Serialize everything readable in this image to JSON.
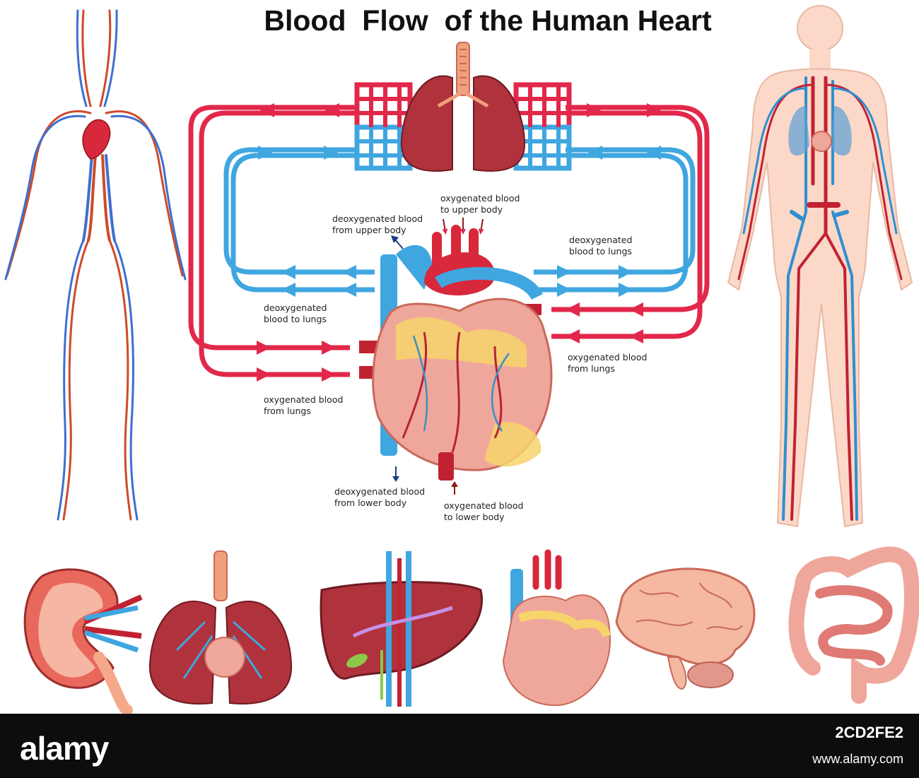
{
  "title": "Blood  Flow  of the Human Heart",
  "labels": {
    "deox_upper": [
      "deoxygenated blood",
      "from upper body"
    ],
    "ox_upper": [
      "oxygenated blood",
      "to upper body"
    ],
    "deox_lungs_right": [
      "deoxygenated",
      "blood to lungs"
    ],
    "deox_lungs_left": [
      "deoxygenated",
      "blood to lungs"
    ],
    "ox_lungs_right": [
      "oxygenated blood",
      "from lungs"
    ],
    "ox_lungs_left": [
      "oxygenated blood",
      "from lungs"
    ],
    "deox_lower": [
      "deoxygenated blood",
      "from lower body"
    ],
    "ox_lower": [
      "oxygenated blood",
      "to lower body"
    ]
  },
  "colors": {
    "oxygenated": "#e2284a",
    "deoxygenated": "#3fa6e0",
    "heart": "#f0a79b",
    "lung": "#b0323c",
    "skin": "#fbd8c8"
  },
  "footer": {
    "brand": "alamy",
    "code": "2CD2FE2",
    "url": "www.alamy.com"
  }
}
